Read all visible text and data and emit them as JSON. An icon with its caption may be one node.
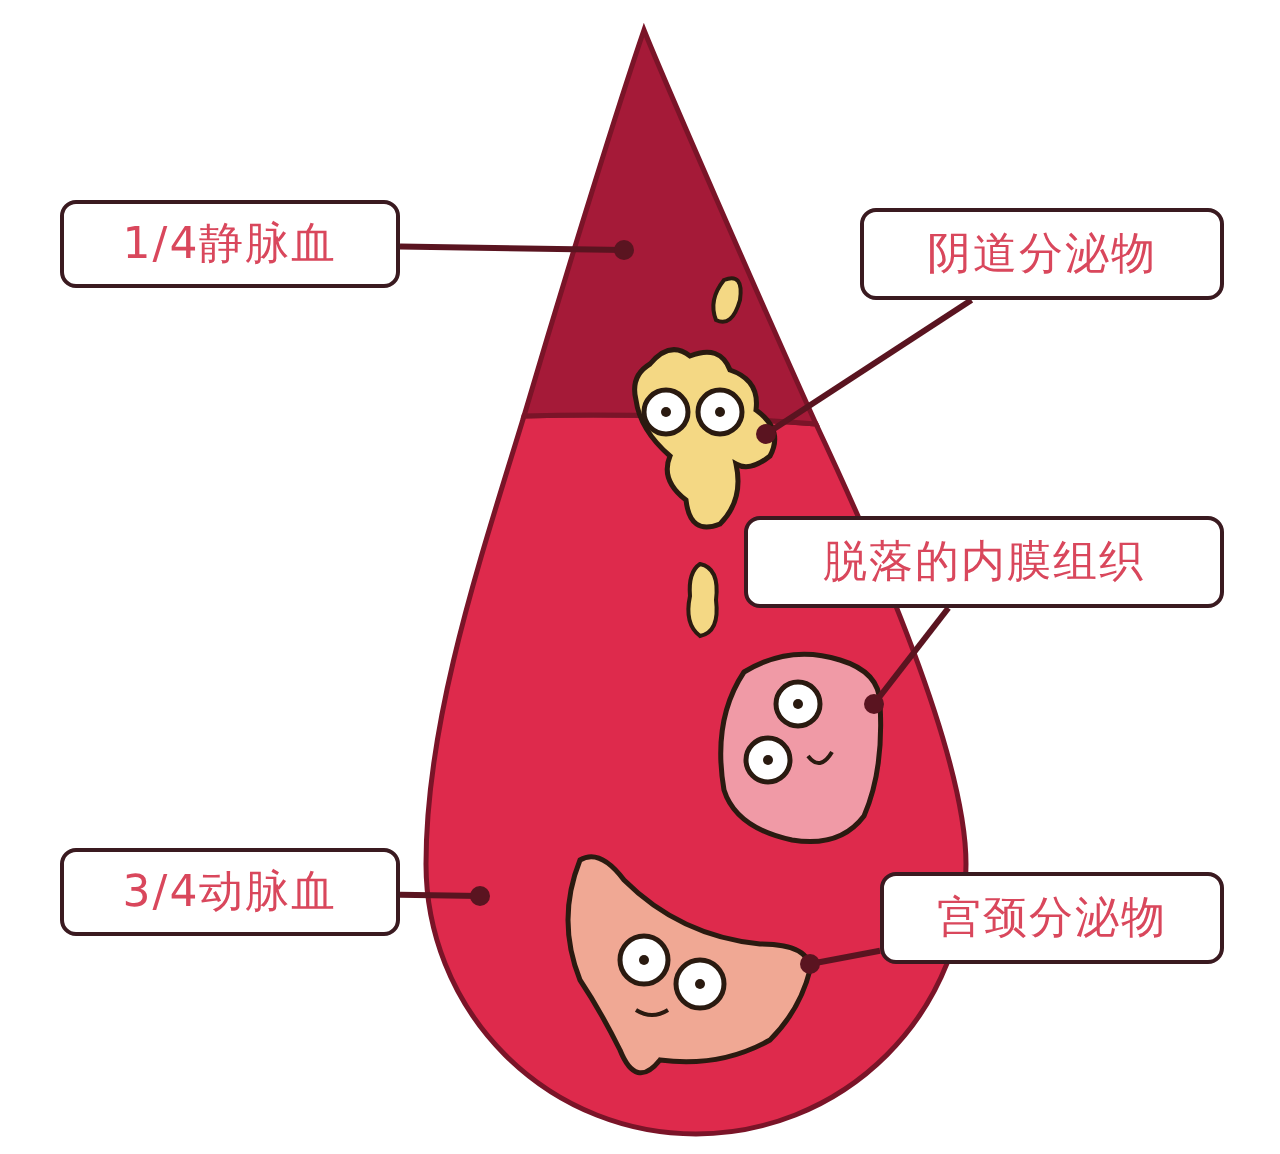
{
  "diagram": {
    "nodes": [
      {
        "text": [
          "1/4静脉血"
        ]
      },
      {
        "text": [
          "阴道分泌物"
        ]
      },
      {
        "text": [
          "脱落的内膜组织"
        ]
      },
      {
        "text": [
          "3/4动脉血"
        ]
      },
      {
        "text": [
          "宫颈分泌物"
        ]
      },
      {
        "text": [],
        "shape": "picture"
      },
      {
        "text": [],
        "shape": "picture"
      },
      {
        "text": [],
        "shape": "picture",
        "in": 8
      },
      {
        "text": [],
        "shape": "picture"
      },
      {
        "text": [],
        "shape": "picture",
        "in": 8
      }
    ],
    "edges": [
      {
        "from": 0,
        "to": 5,
        "arrow": "other"
      },
      {
        "from": 1,
        "to": 6,
        "arrow": "other"
      },
      {
        "from": 2,
        "to": 7,
        "arrow": "other"
      },
      {
        "from": 3,
        "to": 8,
        "arrow": "other"
      },
      {
        "from": 4,
        "to": 9,
        "arrow": "other"
      }
    ]
  }
}
